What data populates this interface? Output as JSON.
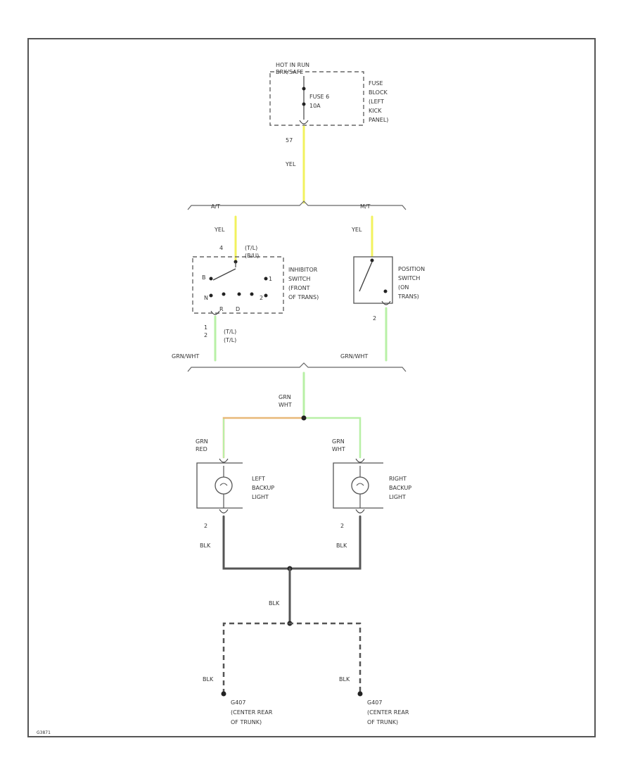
{
  "colors": {
    "yellow_wire": "#f2f25e",
    "green_wire": "#b8f0a6",
    "orange_wire": "#e8b878",
    "black_wire": "#555555",
    "frame": "#555555"
  },
  "fuse_block": {
    "hot_label_1": "HOT IN RUN",
    "hot_label_2": "BRK/SAFE",
    "fuse_name": "FUSE 6",
    "fuse_rating": "10A",
    "block_lines": [
      "FUSE",
      "BLOCK",
      "(LEFT",
      "KICK",
      "PANEL)"
    ],
    "pin": "57",
    "wire_color": "YEL"
  },
  "split": {
    "left_label": "A/T",
    "right_label": "M/T"
  },
  "inhibitor": {
    "wire_in": "YEL",
    "pin_top_left": "4",
    "pin_top_right": "(T/L)",
    "pin_top_right_2": "(B/U)",
    "pin_l": "B",
    "pin_1": "1",
    "pin_r": "R",
    "pin_2": "2",
    "pin_n": "N",
    "pin_d": "D",
    "pin_bottom_1": "1",
    "pin_bottom_2": "2",
    "pin_bottom_label_1": "(T/L)",
    "pin_bottom_label_2": "(T/L)",
    "label_lines": [
      "INHIBITOR",
      "SWITCH",
      "(FRONT",
      "OF TRANS)"
    ],
    "wire_out": "GRN/WHT"
  },
  "position_switch": {
    "wire_in": "YEL",
    "label_lines": [
      "POSITION",
      "SWITCH",
      "(ON",
      "TRANS)"
    ],
    "pin": "2",
    "wire_out": "GRN/WHT"
  },
  "junction": {
    "wire_line_1": "GRN",
    "wire_line_2": "WHT"
  },
  "left_light": {
    "wire_line_1": "GRN",
    "wire_line_2": "RED",
    "label_lines": [
      "LEFT",
      "BACKUP",
      "LIGHT"
    ],
    "pin": "2",
    "ground_wire": "BLK"
  },
  "right_light": {
    "wire_line_1": "GRN",
    "wire_line_2": "WHT",
    "label_lines": [
      "RIGHT",
      "BACKUP",
      "LIGHT"
    ],
    "pin": "2",
    "ground_wire": "BLK"
  },
  "ground": {
    "trunk_wire": "BLK",
    "left_wire": "BLK",
    "right_wire": "BLK",
    "left_label_lines": [
      "G407",
      "(CENTER REAR",
      "OF TRUNK)"
    ],
    "right_label_lines": [
      "G407",
      "(CENTER REAR",
      "OF TRUNK)"
    ]
  },
  "figure_id": "G3871"
}
